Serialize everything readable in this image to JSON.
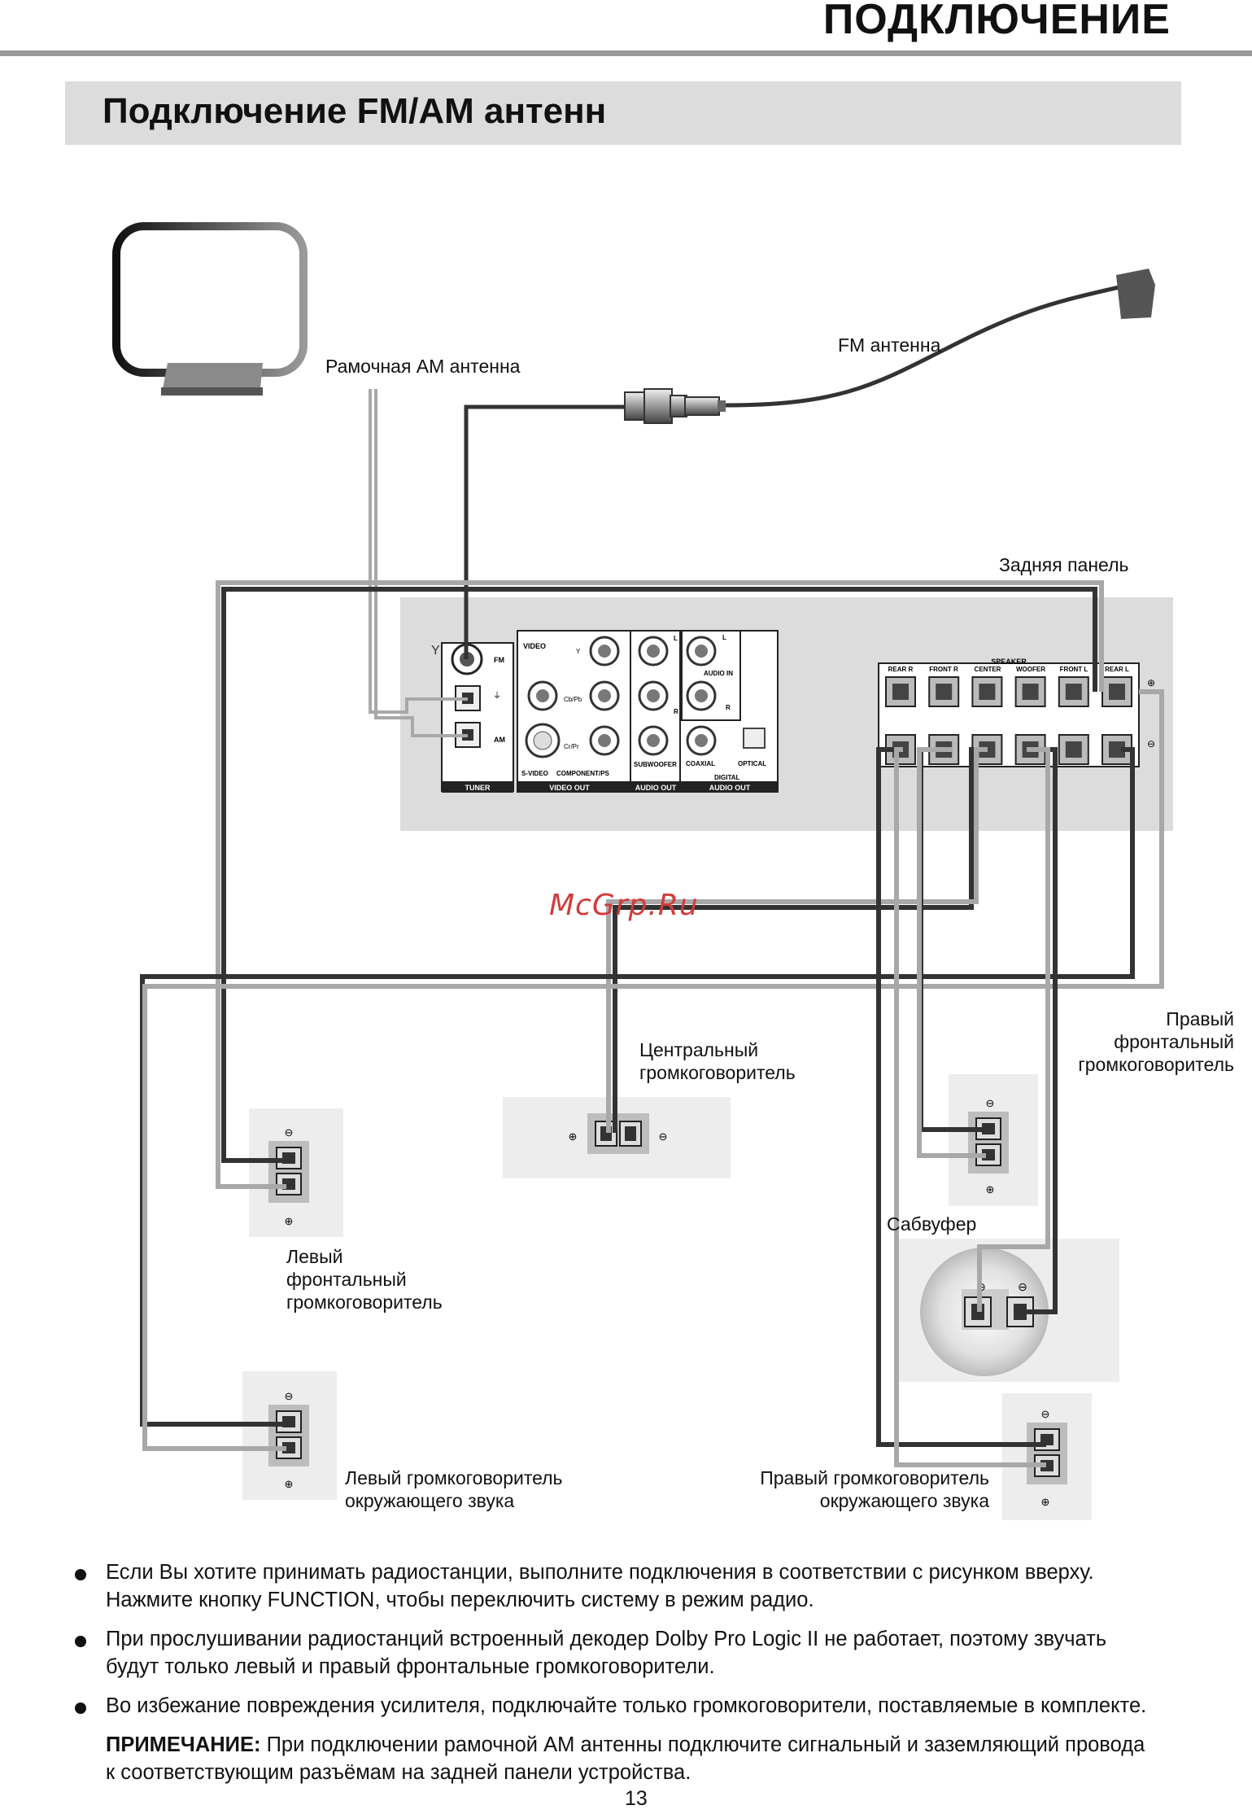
{
  "header": {
    "title": "ПОДКЛЮЧЕНИЕ"
  },
  "section": {
    "title": "Подключение FM/AM антенн"
  },
  "labels": {
    "am_antenna": "Рамочная AM антенна",
    "fm_antenna": "FM антенна",
    "rear_panel": "Задняя панель",
    "center_speaker": [
      "Центральный",
      "громкоговоритель"
    ],
    "right_front": [
      "Правый",
      "фронтальный",
      "громкоговоритель"
    ],
    "left_front": [
      "Левый",
      "фронтальный",
      "громкоговоритель"
    ],
    "subwoofer": "Сабвуфер",
    "left_surround": [
      "Левый громкоговоритель",
      "окружающего звука"
    ],
    "right_surround": [
      "Правый громкоговоритель",
      "окружающего звука"
    ]
  },
  "panel": {
    "tuner": {
      "fm": "FM",
      "am": "AM",
      "caption": "TUNER"
    },
    "video_out": {
      "video": "VIDEO",
      "y": "Y",
      "cb": "Cb/Pb",
      "cr": "Cr/Pr",
      "svideo": "S-VIDEO",
      "component": "COMPONENT/PS",
      "caption": "VIDEO OUT"
    },
    "audio_out": {
      "l": "L",
      "r": "R",
      "subwoofer": "SUBWOOFER",
      "caption": "AUDIO OUT"
    },
    "audio_in": {
      "label": "AUDIO IN",
      "l": "L",
      "r": "R"
    },
    "digital": {
      "coaxial": "COAXIAL",
      "optical": "OPTICAL",
      "digital": "DIGITAL",
      "caption": "AUDIO OUT"
    },
    "speaker": {
      "title": "SPEAKER",
      "channels": [
        "REAR R",
        "FRONT R",
        "CENTER",
        "WOOFER",
        "FRONT L",
        "REAR L"
      ],
      "plus": "⊕",
      "minus": "⊖"
    }
  },
  "terminal_signs": {
    "plus": "⊕",
    "minus": "⊖"
  },
  "watermark": "McGrp.Ru",
  "notes": [
    [
      "Если Вы хотите принимать радиостанции, выполните подключения в соответствии с рисунком вверху.",
      "Нажмите кнопку FUNCTION, чтобы переключить систему в режим радио."
    ],
    [
      "При прослушивании радиостанций встроенный декодер Dolby Pro Logic II не работает, поэтому звучать",
      "будут только левый и правый фронтальные громкоговорители."
    ],
    [
      "Во избежание повреждения усилителя, подключайте только громкоговорители, поставляемые в комплекте."
    ]
  ],
  "note_final": {
    "bold": "ПРИМЕЧАНИЕ:",
    "text1": " При подключении рамочной AM антенны подключите сигнальный и заземляющий провода",
    "text2": "к соответствующим разъёмам на задней панели устройства."
  },
  "page_number": "13",
  "colors": {
    "dark_wire": "#333333",
    "light_wire": "#a8a8a8",
    "panel_bg": "#dcdcdc",
    "box_bg": "#ededed"
  }
}
